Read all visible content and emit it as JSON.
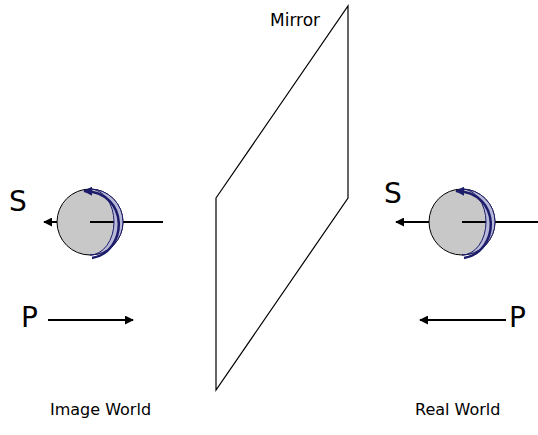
{
  "diagram": {
    "labels": [
      "Mirror",
      "S",
      "S",
      "P",
      "P",
      "Image World",
      "Real World"
    ]
  }
}
